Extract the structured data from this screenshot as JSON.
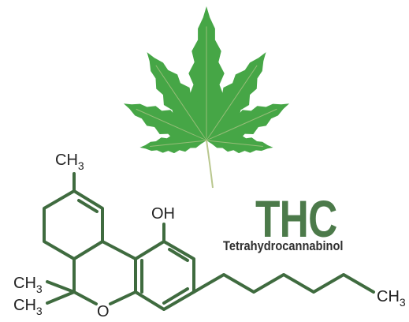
{
  "title": "THC",
  "subtitle": "Tetrahydrocannabinol",
  "colors": {
    "title": "#4c7a4a",
    "bond": "#3f6b3f",
    "leaf": "#46a646",
    "leaf_vein": "#b9c78e",
    "label": "#222222"
  },
  "labels": {
    "ch3_top": {
      "main": "CH",
      "sub": "3"
    },
    "oh": "OH",
    "ch3_left_upper": {
      "main": "CH",
      "sub": "3"
    },
    "ch3_left_lower": {
      "main": "CH",
      "sub": "3"
    },
    "oxygen": "O",
    "ch3_tail": {
      "main": "CH",
      "sub": "3"
    }
  },
  "icons": {
    "leaf": "cannabis-leaf-icon"
  }
}
